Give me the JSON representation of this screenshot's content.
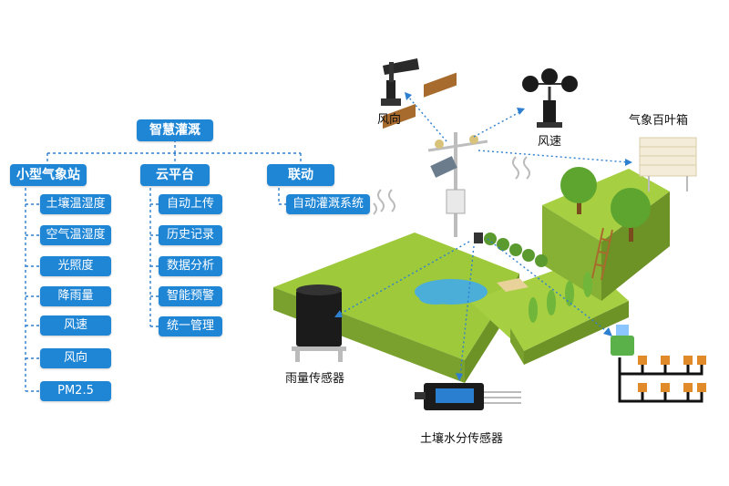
{
  "tree": {
    "root": "智慧灌溉",
    "groups": [
      {
        "title": "小型气象站",
        "items": [
          "土壤温湿度",
          "空气温湿度",
          "光照度",
          "降雨量",
          "风速",
          "风向",
          "PM2.5"
        ]
      },
      {
        "title": "云平台",
        "items": [
          "自动上传",
          "历史记录",
          "数据分析",
          "智能预警",
          "统一管理"
        ]
      },
      {
        "title": "联动",
        "items": [
          "自动灌溉系统"
        ]
      }
    ]
  },
  "devices": {
    "wind_direction": "风向",
    "wind_speed": "风速",
    "louver_box": "气象百叶箱",
    "rain_sensor": "雨量传感器",
    "soil_sensor": "土壤水分传感器"
  },
  "colors": {
    "node": "#1f86d6",
    "connector": "#2f7fd0",
    "grass": "#8cc63f",
    "soil": "#a7c64a"
  }
}
